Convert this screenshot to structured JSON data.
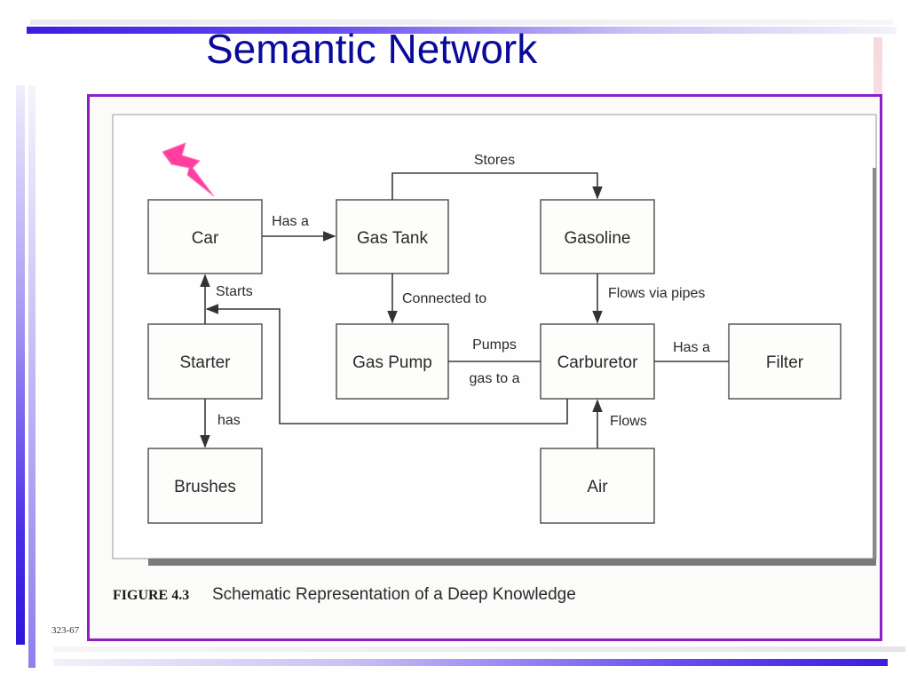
{
  "slide": {
    "title": "Semantic Network",
    "page_number": "323-67"
  },
  "diagram": {
    "nodes": {
      "car": "Car",
      "gas_tank": "Gas Tank",
      "gasoline": "Gasoline",
      "starter": "Starter",
      "gas_pump": "Gas Pump",
      "carburetor": "Carburetor",
      "filter": "Filter",
      "brushes": "Brushes",
      "air": "Air"
    },
    "edges": {
      "car_gas_tank": "Has a",
      "gas_tank_gasoline": "Stores",
      "gas_tank_gas_pump": "Connected to",
      "gasoline_carburetor": "Flows via pipes",
      "starter_car": "Starts",
      "gas_pump_carburetor_1": "Pumps",
      "gas_pump_carburetor_2": "gas to a",
      "carburetor_filter": "Has a",
      "starter_brushes": "has",
      "air_carburetor": "Flows"
    },
    "caption": {
      "label": "FIGURE 4.3",
      "text": "Schematic Representation of a Deep Knowledge"
    },
    "colors": {
      "frame_border": "#8e1ec6",
      "title": "#0a0a9a",
      "lightning": "#ff3fa0"
    }
  }
}
